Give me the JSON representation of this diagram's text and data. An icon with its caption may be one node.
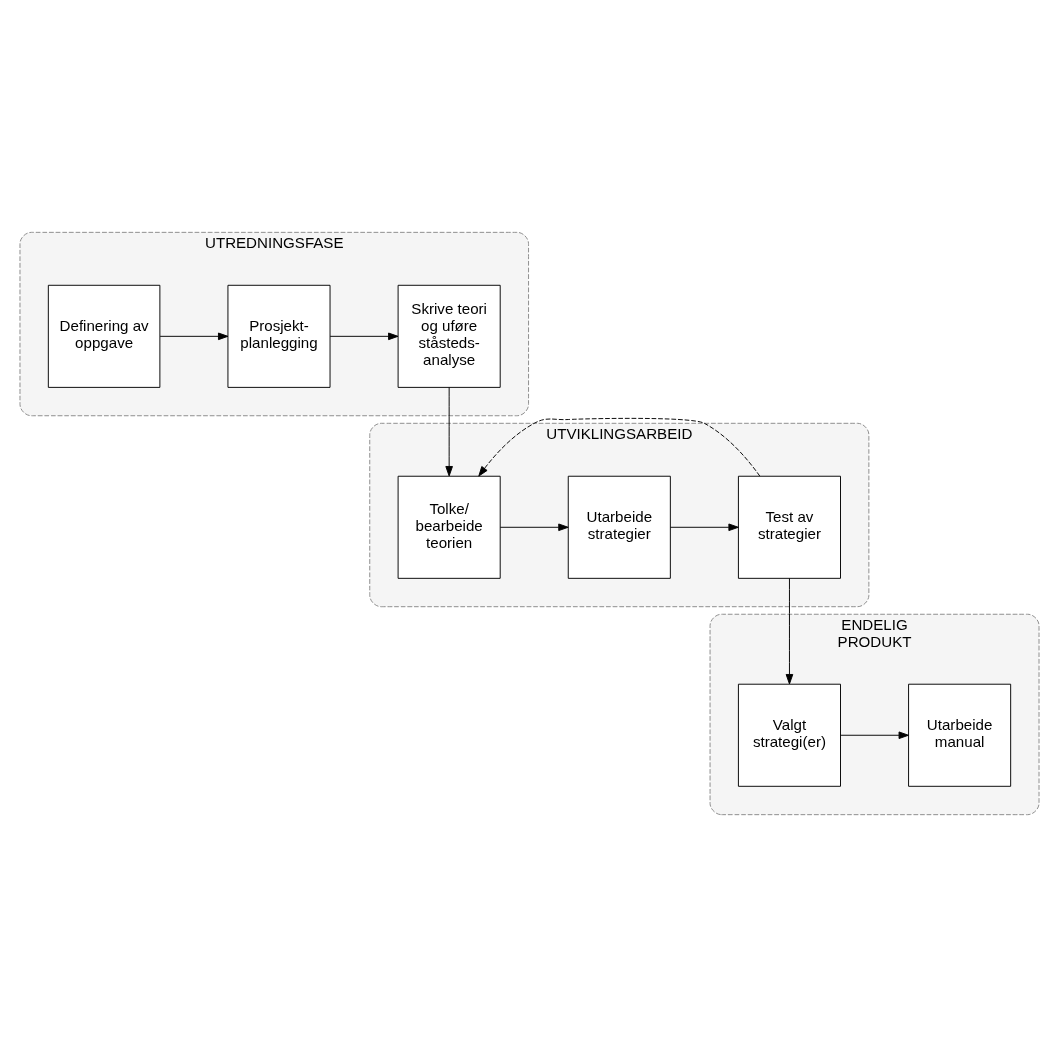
{
  "diagram": {
    "nodes": [
      {
        "text": [
          "UTREDNINGSFASE"
        ]
      },
      {
        "text": [
          "Definering av oppgave"
        ],
        "in": 0
      },
      {
        "text": [
          "Prosjekt- planlegging"
        ],
        "in": 0
      },
      {
        "text": [
          "Skrive teori og uføre ståsteds- analyse"
        ],
        "in": 0
      },
      {
        "text": [
          "UTVIKLINGSARBEID"
        ]
      },
      {
        "text": [
          "Tolke/ bearbeide teorien"
        ],
        "in": 4
      },
      {
        "text": [
          "Utarbeide strategier"
        ],
        "in": 4
      },
      {
        "text": [
          "Test av strategier"
        ],
        "in": 4
      },
      {
        "text": [
          "ENDELIG PRODUKT"
        ]
      },
      {
        "text": [
          "Valgt strategi(er)"
        ],
        "in": 8
      },
      {
        "text": [
          "Utarbeide manual"
        ],
        "in": 8
      }
    ],
    "edges": [
      {
        "from": 1,
        "to": 2,
        "arrow": "to"
      },
      {
        "from": 2,
        "to": 3,
        "arrow": "to"
      },
      {
        "from": 3,
        "to": 5,
        "arrow": "to"
      },
      {
        "from": 5,
        "to": 6,
        "arrow": "to"
      },
      {
        "from": 6,
        "to": 7,
        "arrow": "to"
      },
      {
        "from": 7,
        "to": 5,
        "arrow": "to",
        "style": "dashed"
      },
      {
        "from": 7,
        "to": 9,
        "arrow": "to"
      },
      {
        "from": 9,
        "to": 10,
        "arrow": "to"
      }
    ]
  }
}
